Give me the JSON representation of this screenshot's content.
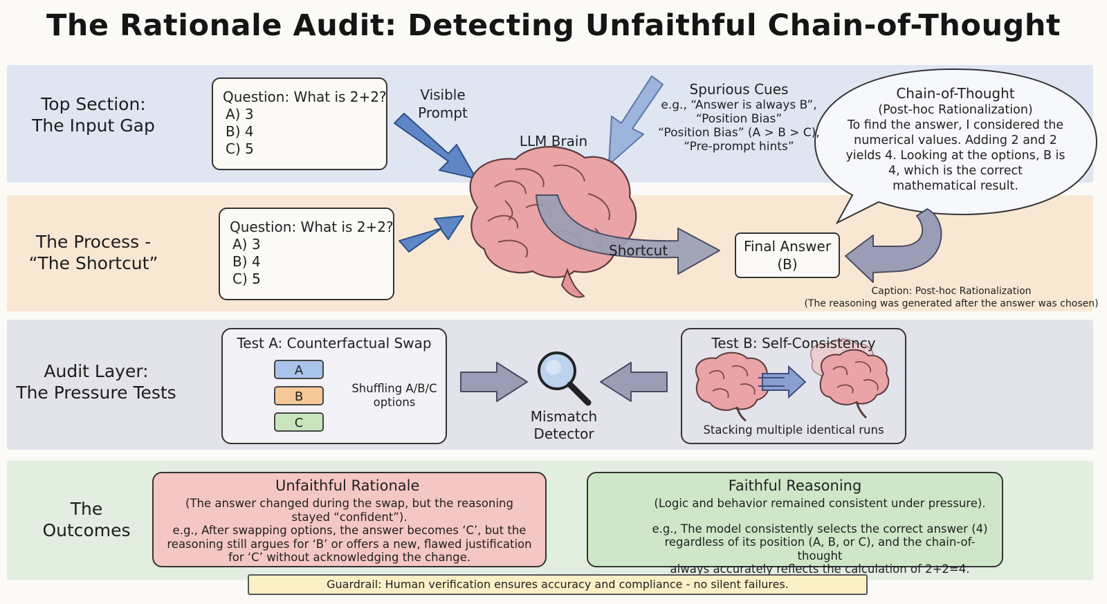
{
  "title": "The Rationale Audit: Detecting Unfaithful Chain-of-Thought",
  "sections": {
    "top": [
      "Top Section:",
      "The Input Gap"
    ],
    "process": [
      "The Process -",
      "“The Shortcut”"
    ],
    "audit": [
      "Audit Layer:",
      "The Pressure Tests"
    ],
    "outcomes": [
      "The",
      "Outcomes"
    ]
  },
  "question_top": {
    "q": "Question: What is 2+2?",
    "options": [
      "A) 3",
      "B) 4",
      "C) 5"
    ]
  },
  "question_process": {
    "q": "Question: What is 2+2?",
    "options": [
      "A) 3",
      "B) 4",
      "C) 5"
    ]
  },
  "visible_prompt": [
    "Visible",
    "Prompt"
  ],
  "llm_brain": "LLM Brain",
  "spurious": {
    "title": "Spurious Cues",
    "lines": [
      "e.g., “Answer is always B”,",
      "“Position Bias”",
      "“Position Bias” (A > B > C),",
      "“Pre-prompt hints”"
    ]
  },
  "cot": {
    "title": "Chain-of-Thought",
    "subtitle": "(Post-hoc Rationalization)",
    "lines": [
      "To find the answer, I considered the",
      "numerical values. Adding 2 and 2",
      "yields 4. Looking at the options, B is",
      "4, which is the correct",
      "mathematical result."
    ]
  },
  "shortcut": "Shortcut",
  "final_answer": [
    "Final Answer",
    "(B)"
  ],
  "caption": [
    "Caption: Post-hoc Rationalization",
    "(The reasoning was generated after the answer was chosen)"
  ],
  "test_a": {
    "title": "Test A: Counterfactual Swap",
    "options": [
      "A",
      "B",
      "C"
    ],
    "note": [
      "Shuffling A/B/C",
      "options"
    ]
  },
  "mismatch": [
    "Mismatch",
    "Detector"
  ],
  "test_b": {
    "title": "Test B: Self-Consistency",
    "note": "Stacking multiple identical runs"
  },
  "unfaithful": {
    "title": "Unfaithful Rationale",
    "lines": [
      "(The answer changed during the swap, but the reasoning",
      "stayed “confident”).",
      "e.g., After swapping options, the answer becomes ‘C’, but the",
      "reasoning still argues for ‘B’ or offers a new, flawed justification",
      "for ‘C’ without acknowledging the change."
    ]
  },
  "faithful": {
    "title": "Faithful Reasoning",
    "lines": [
      "(Logic and behavior remained consistent under pressure).",
      "",
      "e.g., The model consistently selects the correct answer (4)",
      "regardless of its position (A, B, or C), and the chain-of-thought",
      "always accurately reflects the calculation of 2+2=4."
    ]
  },
  "guardrail": "Guardrail: Human verification ensures accuracy and compliance - no silent failures.",
  "colors": {
    "band_blue": "#dfe6f2",
    "band_peach": "#f8e8d3",
    "band_gray": "#e2e3eb",
    "band_green": "#e2eee0",
    "arrow_blue": "#5f87c8",
    "arrow_gray": "#9a9db5",
    "brain_pink": "#eaa3a6",
    "red_box": "#f5c7c4",
    "green_box": "#cfe7c8"
  }
}
